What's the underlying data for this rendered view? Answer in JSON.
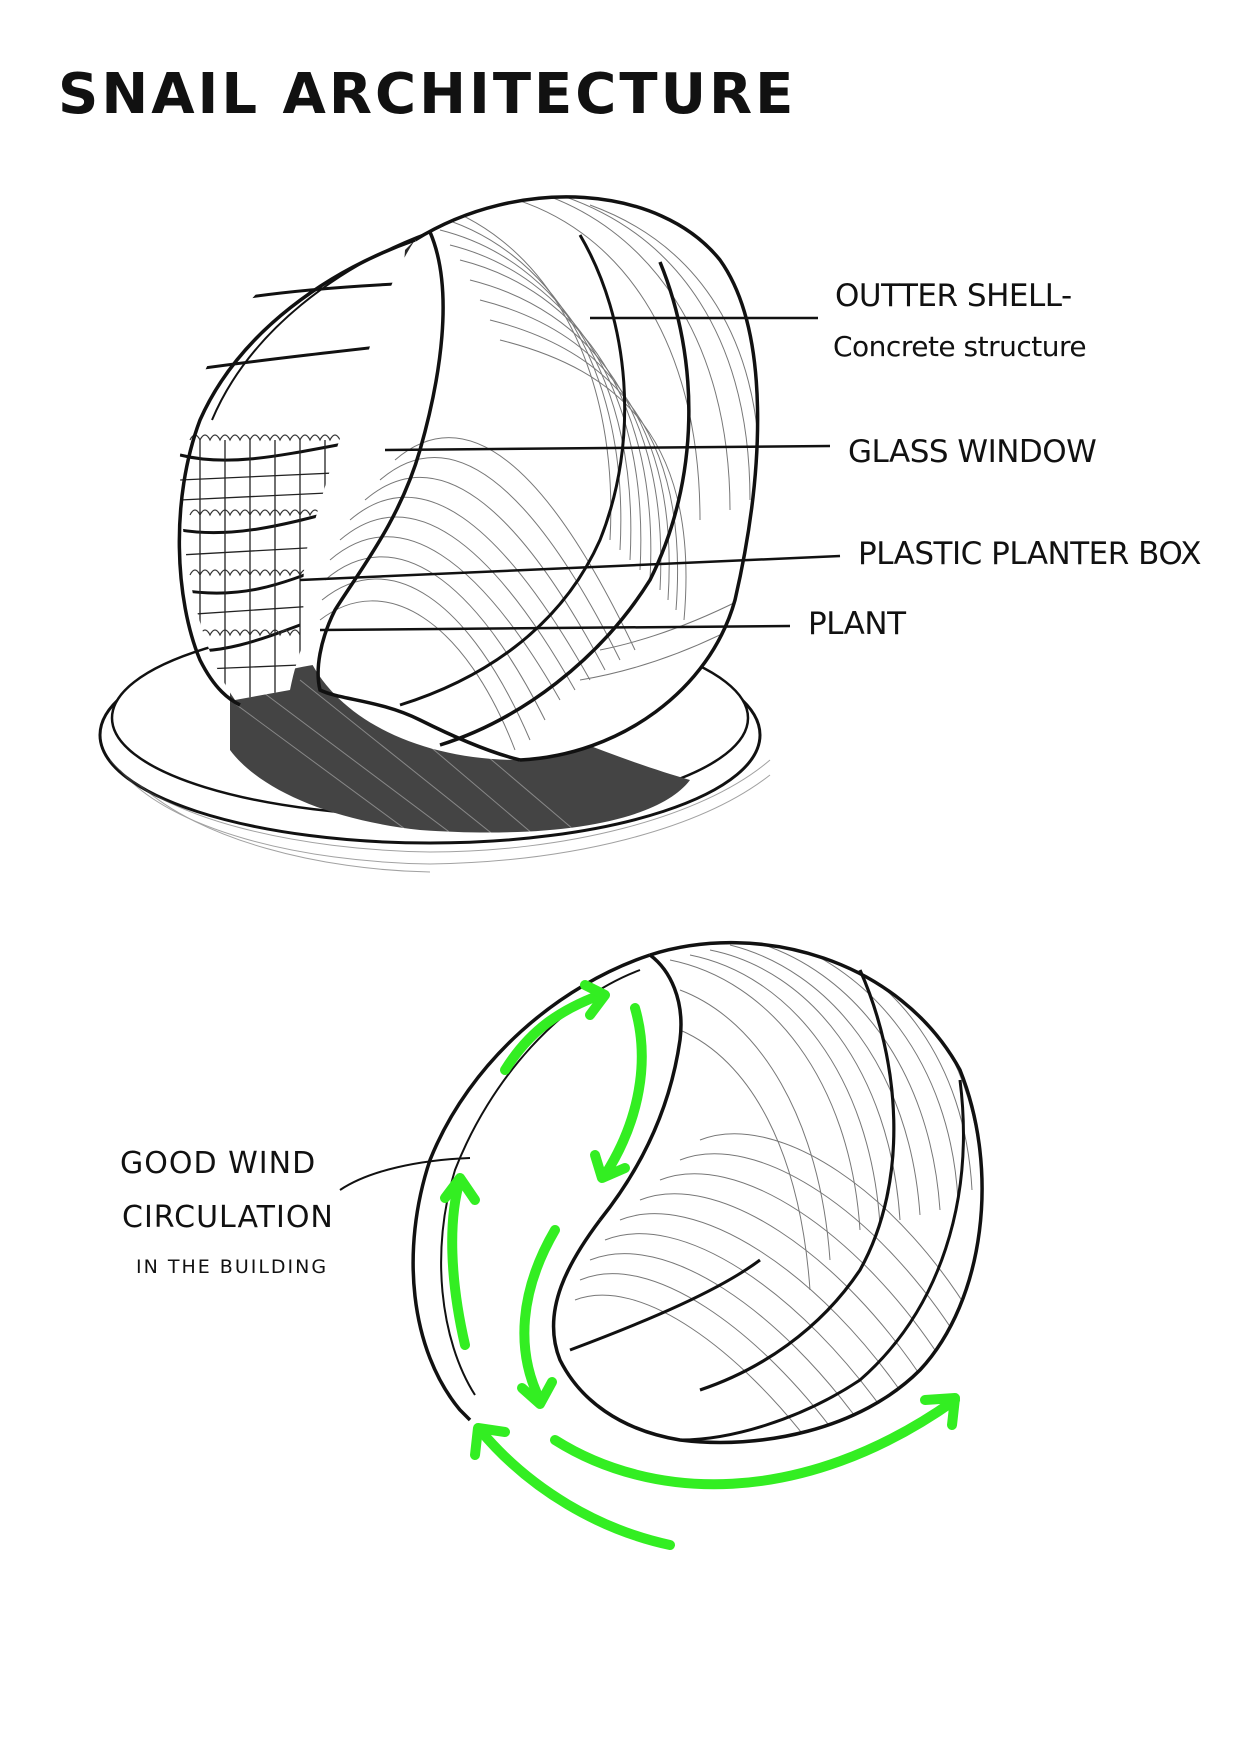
{
  "title": "SNAIL ARCHITECTURE",
  "labels": {
    "outer_shell_line1": "OUTTER SHELL-",
    "outer_shell_line2": "Concrete structure",
    "glass_window": "GLASS WINDOW",
    "planter_box": "PLASTIC PLANTER BOX",
    "plant": "PLANT"
  },
  "wind_note": {
    "line1": "GOOD WIND",
    "line2": "CIRCULATION",
    "line3": "IN THE BUILDING"
  },
  "colors": {
    "ink": "#111111",
    "wind_arrow": "#33ee22"
  }
}
